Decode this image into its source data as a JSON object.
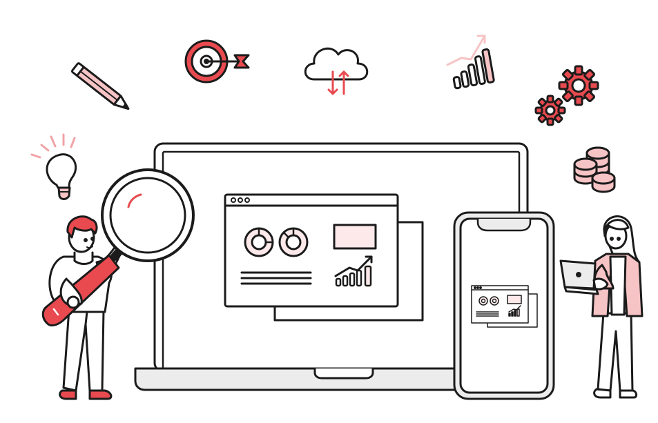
{
  "palette": {
    "stroke": "#1b1b1b",
    "accent": "#e84a4f",
    "accent_light": "#f7c4c6",
    "accent_pale": "#fde9ea",
    "device_gray": "#ececec",
    "white": "#ffffff"
  },
  "icons": [
    "pencil-icon",
    "target-icon",
    "cloud-sync-icon",
    "growth-chart-icon",
    "gears-icon",
    "lightbulb-icon",
    "coins-icon",
    "magnifying-glass-icon"
  ],
  "devices": [
    "laptop",
    "smartphone"
  ],
  "people": [
    "man-with-magnifier",
    "woman-with-laptop"
  ]
}
